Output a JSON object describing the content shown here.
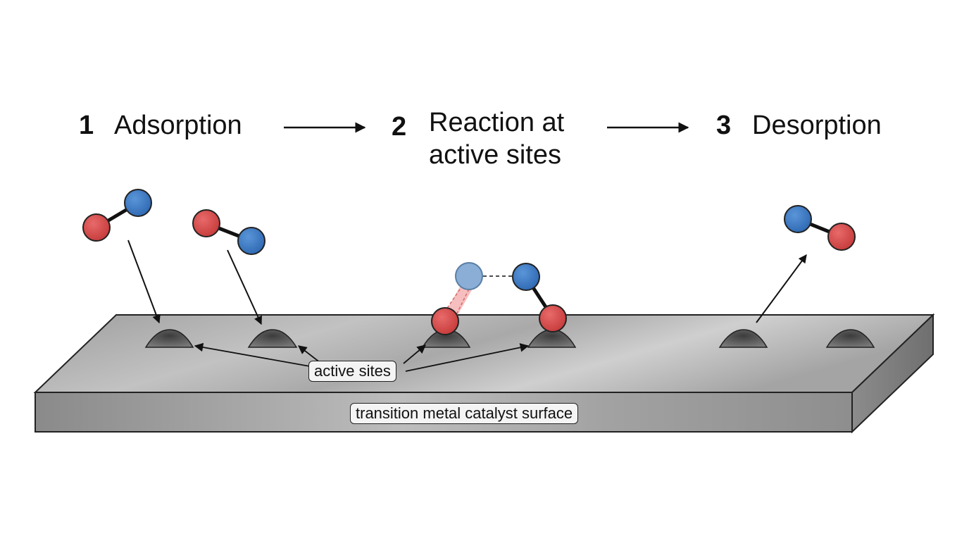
{
  "steps": [
    {
      "number": "1",
      "label": "Adsorption"
    },
    {
      "number": "2",
      "label_line1": "Reaction at",
      "label_line2": "active sites"
    },
    {
      "number": "3",
      "label": "Desorption"
    }
  ],
  "labels": {
    "active_sites": "active sites",
    "surface": "transition metal catalyst surface"
  },
  "colors": {
    "atom_red": "#d64545",
    "atom_blue": "#3a78c4",
    "surface_top": "#b8b8b8",
    "surface_front": "#9c9c9c"
  }
}
